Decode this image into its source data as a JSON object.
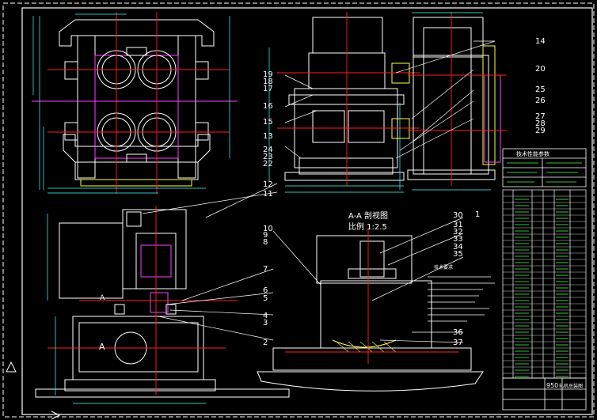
{
  "section_title": "A-A 剖视图",
  "scale_label": "比例 1:2.5",
  "tech_table_title": "技术性能参数",
  "tech_requirements_title": "技术要求",
  "title_block": {
    "drawing_name": "950",
    "drawing_name_suffix": "轧机总装图"
  },
  "label_A_left": "A",
  "label_A_small": "A",
  "balloons_right_top": [
    "14",
    "20",
    "25",
    "26",
    "27",
    "28",
    "29"
  ],
  "balloons_left_top": [
    "19",
    "18",
    "17",
    "16",
    "15",
    "13",
    "24",
    "23",
    "22"
  ],
  "balloons_mid": [
    "12",
    "11",
    "10",
    "9",
    "8",
    "7",
    "6",
    "5",
    "4",
    "3",
    "2",
    "1"
  ],
  "balloons_section": [
    "30",
    "31",
    "32",
    "33",
    "34",
    "35",
    "36",
    "37"
  ],
  "colors": {
    "background": "#000000",
    "frame": "#ffffff",
    "centerline": "#ff2020",
    "hidden": "#ff40ff",
    "body": "#ffffff",
    "yellow": "#ffff40",
    "cyan": "#40ffff",
    "green": "#40ff40"
  }
}
